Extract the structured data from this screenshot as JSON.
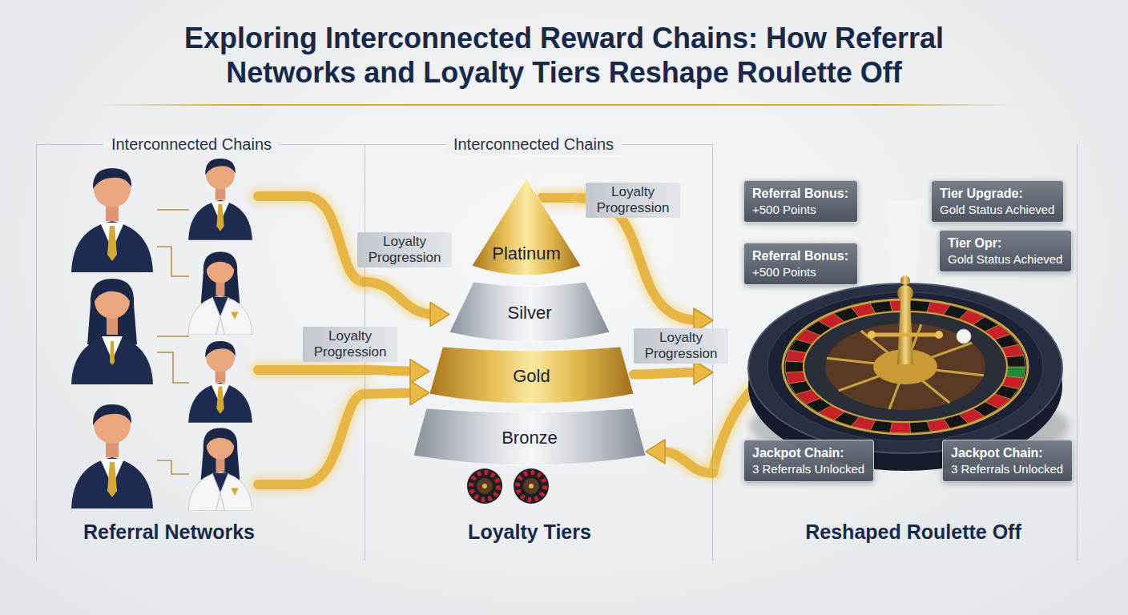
{
  "diagram": {
    "title": "Exploring Interconnected Reward Chains: How Referral Networks and Loyalty Tiers Reshape Roulette Off",
    "nodes": [
      {
        "text": [
          "Interconnected Chains",
          "Referral Networks"
        ]
      },
      {
        "text": [
          "Interconnected Chains",
          "Loyalty Tiers"
        ]
      },
      {
        "text": [
          "Reshaped Roulette Off"
        ]
      },
      {
        "text": [
          "Platinum"
        ],
        "in": 1
      },
      {
        "text": [
          "Silver"
        ],
        "in": 1
      },
      {
        "text": [
          "Gold"
        ],
        "in": 1
      },
      {
        "text": [
          "Bronze"
        ],
        "in": 1
      },
      {
        "text": [
          "Referral Bonus:",
          "+500 Points"
        ],
        "in": 2
      },
      {
        "text": [
          "Tier Upgrade:",
          "Gold Status Achieved"
        ],
        "in": 2
      },
      {
        "text": [
          "Referral Bonus:",
          "+500 Points"
        ],
        "in": 2
      },
      {
        "text": [
          "Tier Opr:",
          "Gold Status Achieved"
        ],
        "in": 2
      },
      {
        "text": [
          "Jackpot Chain:",
          "3 Referrals Unlocked"
        ],
        "in": 2
      },
      {
        "text": [
          "Jackpot Chain:",
          "3 Referrals Unlocked"
        ],
        "in": 2
      }
    ],
    "edges": [
      {
        "from": 0,
        "to": 4,
        "label": "Loyalty Progression",
        "arrow": "to"
      },
      {
        "from": 0,
        "to": 5,
        "label": "Loyalty Progression",
        "arrow": "to"
      },
      {
        "from": 0,
        "to": 5,
        "arrow": "to"
      },
      {
        "from": 3,
        "to": 2,
        "label": "Loyalty Progression",
        "arrow": "to"
      },
      {
        "from": 5,
        "to": 2,
        "label": "Loyalty Progression",
        "arrow": "to"
      },
      {
        "from": 2,
        "to": 6,
        "arrow": "to"
      }
    ]
  }
}
